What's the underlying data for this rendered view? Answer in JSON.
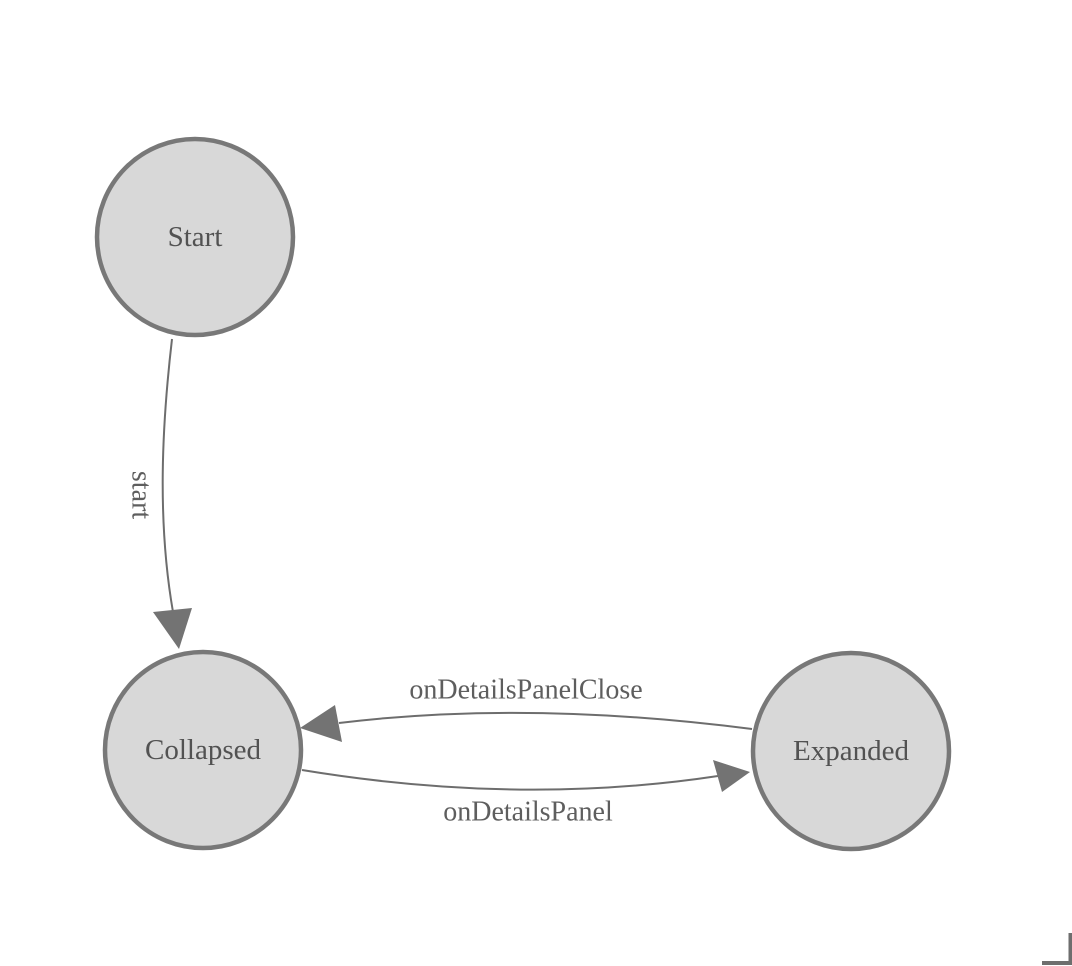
{
  "diagram": {
    "kind": "state-machine",
    "colors": {
      "background": "#ffffff",
      "node_fill": "#d8d8d8",
      "node_stroke": "#787878",
      "edge_stroke": "#6d6d6d",
      "arrow_fill": "#737373",
      "node_label_color": "#525252",
      "edge_label_color": "#5e5e5e",
      "corner_mark_color": "#6e6e6e"
    },
    "nodes": [
      {
        "id": "start",
        "label": "Start"
      },
      {
        "id": "collapsed",
        "label": "Collapsed"
      },
      {
        "id": "expanded",
        "label": "Expanded"
      }
    ],
    "edges": [
      {
        "id": "start-transition",
        "label": "start",
        "from": "Start",
        "to": "Collapsed"
      },
      {
        "id": "on-details-panel-close",
        "label": "onDetailsPanelClose",
        "from": "Expanded",
        "to": "Collapsed"
      },
      {
        "id": "on-details-panel",
        "label": "onDetailsPanel",
        "from": "Collapsed",
        "to": "Expanded"
      }
    ]
  }
}
